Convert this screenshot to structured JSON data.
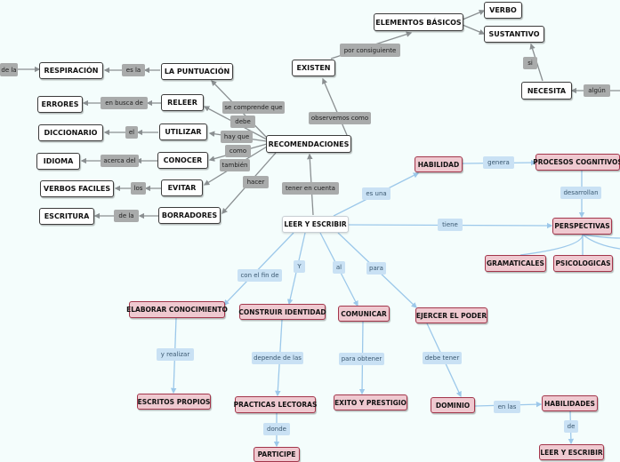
{
  "nodes": {
    "recomendaciones": "RECOMENDACIONES",
    "leer_escribir": "LEER Y ESCRIBIR",
    "elementos_basicos": "ELEMENTOS BÁSICOS",
    "verbo": "VERBO",
    "sustantivo": "SUSTANTIVO",
    "existen": "EXISTEN",
    "necesita": "NECESITA",
    "respiracion": "RESPIRACIÓN",
    "la_puntuacion": "LA PUNTUACIÓN",
    "errores": "ERRORES",
    "releer": "RELEER",
    "diccionario": "DICCIONARIO",
    "utilizar": "UTILIZAR",
    "idioma": "IDIOMA",
    "conocer": "CONOCER",
    "verbos_faciles": "VERBOS FACILES",
    "evitar": "EVITAR",
    "escritura": "ESCRITURA",
    "borradores": "BORRADORES",
    "habilidad": "HABILIDAD",
    "procesos_cognitivos": "PROCESOS COGNITIVOS",
    "perspectivas": "PERSPECTIVAS",
    "gramaticales": "GRAMATICALES",
    "psicologicas": "PSICOLOGICAS",
    "elaborar_conocimiento": "ELABORAR CONOCIMIENTO",
    "construir_identidad": "CONSTRUIR IDENTIDAD",
    "comunicar": "COMUNICAR",
    "ejercer_poder": "EJERCER EL PODER",
    "escritos_propios": "ESCRITOS PROPIOS",
    "practicas_lectoras": "PRACTICAS LECTORAS",
    "exito_prestigio": "EXITO Y PRESTIGIO",
    "dominio": "DOMINIO",
    "habilidades": "HABILIDADES",
    "participe": "PARTICIPE",
    "leer_escribir_2": "LEER Y ESCRIBIR"
  },
  "links": {
    "de_la_top": "de la",
    "por_consiguiente": "por consiguiente",
    "es_la": "es la",
    "si": "si",
    "algun": "algún",
    "se_comprende_que": "se comprende que",
    "en_busca_de": "en busca de",
    "debe": "debe",
    "observemos_como": "observemos como",
    "el": "el",
    "hay_que": "hay que",
    "como": "como",
    "acerca_del": "acerca del",
    "tambien": "también",
    "los": "los",
    "hacer": "hacer",
    "tener_en_cuenta": "tener en cuenta",
    "de_la_bottom": "de la",
    "genera": "genera",
    "desarrollan": "desarrollan",
    "es_una": "es una",
    "tiene": "tiene",
    "con_el_fin_de": "con el fin de",
    "y": "Y",
    "al": "al",
    "para": "para",
    "y_realizar": "y realizar",
    "depende_de_las": "depende de las",
    "para_obtener": "para obtener",
    "debe_tener": "debe tener",
    "en_las": "en las",
    "donde": "donde",
    "de": "de"
  }
}
